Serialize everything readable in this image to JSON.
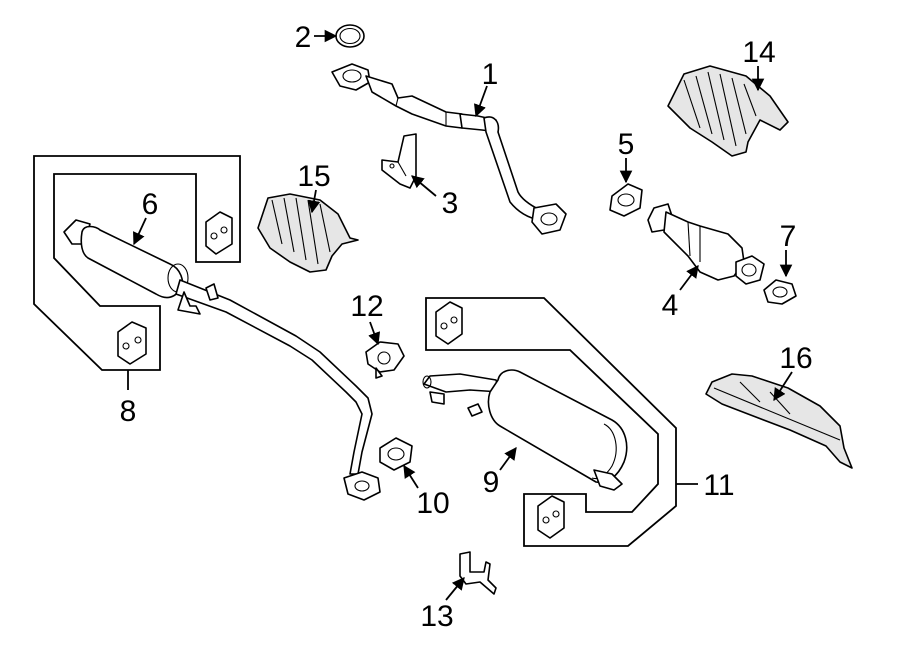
{
  "callouts": [
    {
      "id": "c1",
      "label": "1"
    },
    {
      "id": "c2",
      "label": "2"
    },
    {
      "id": "c3",
      "label": "3"
    },
    {
      "id": "c4",
      "label": "4"
    },
    {
      "id": "c5",
      "label": "5"
    },
    {
      "id": "c6",
      "label": "6"
    },
    {
      "id": "c7",
      "label": "7"
    },
    {
      "id": "c8",
      "label": "8"
    },
    {
      "id": "c9",
      "label": "9"
    },
    {
      "id": "c10",
      "label": "10"
    },
    {
      "id": "c11",
      "label": "11"
    },
    {
      "id": "c12",
      "label": "12"
    },
    {
      "id": "c13",
      "label": "13"
    },
    {
      "id": "c14",
      "label": "14"
    },
    {
      "id": "c15",
      "label": "15"
    },
    {
      "id": "c16",
      "label": "16"
    }
  ]
}
